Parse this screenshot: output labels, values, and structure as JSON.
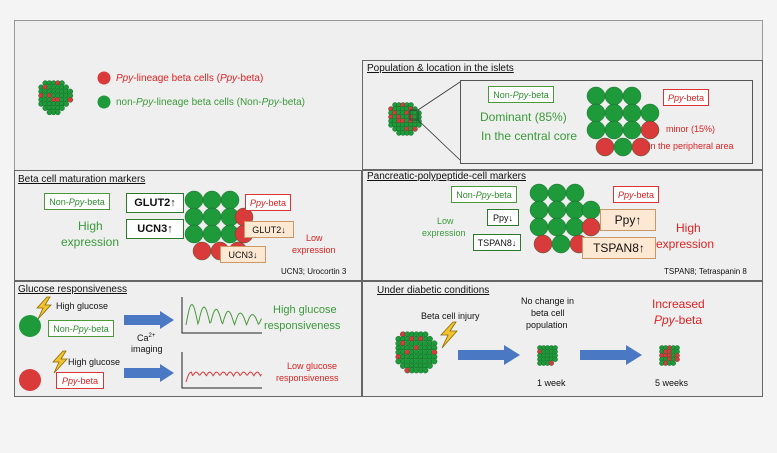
{
  "legend": {
    "ppy_label": "Ppy-lineage beta cells (Ppy-beta)",
    "nonppy_label": "non-Ppy-lineage beta cells (Non-Ppy-beta)",
    "red_color": "#d93a3a",
    "green_color": "#1f9a3a"
  },
  "population": {
    "title": "Population & location in the islets",
    "nonppy_tag": "Non-Ppy-beta",
    "dominant": "Dominant (85%)",
    "central": "In the central core",
    "ppy_tag": "Ppy-beta",
    "minor": "minor (15%)",
    "peripheral": "In the peripheral area"
  },
  "maturation": {
    "title": "Beta cell maturation markers",
    "nonppy_tag": "Non-Ppy-beta",
    "high": "High",
    "expression": "expression",
    "glut2_up": "GLUT2↑",
    "ucn3_up": "UCN3↑",
    "ppy_tag": "Ppy-beta",
    "glut2_down": "GLUT2↓",
    "ucn3_down": "UCN3↓",
    "low": "Low",
    "low_expression": "expression",
    "footnote": "UCN3; Urocortin 3"
  },
  "pp_markers": {
    "title": "Pancreatic-polypeptide-cell markers",
    "nonppy_tag": "Non-Ppy-beta",
    "low": "Low",
    "low_expression": "expression",
    "ppy_down": "Ppy↓",
    "tspan8_down": "TSPAN8↓",
    "ppy_tag": "Ppy-beta",
    "ppy_up": "Ppy↑",
    "tspan8_up": "TSPAN8↑",
    "high": "High",
    "high_expression": "expression",
    "footnote": "TSPAN8; Tetraspanin 8"
  },
  "glucose": {
    "title": "Glucose responsiveness",
    "high_glucose_1": "High glucose",
    "nonppy_tag": "Non-Ppy-beta",
    "ca_label": "Ca",
    "ca_sup": "2+",
    "imaging": "imaging",
    "high_resp_1": "High glucose",
    "high_resp_2": "responsiveness",
    "high_glucose_2": "High glucose",
    "ppy_tag": "Ppy-beta",
    "low_resp_1": "Low glucose",
    "low_resp_2": "responsiveness"
  },
  "diabetic": {
    "title": "Under diabetic conditions",
    "injury": "Beta cell injury",
    "nochange_1": "No change in",
    "nochange_2": "beta cell",
    "nochange_3": "population",
    "week1": "1 week",
    "increased_1": "Increased",
    "increased_2": "Ppy-beta",
    "week5": "5 weeks"
  }
}
